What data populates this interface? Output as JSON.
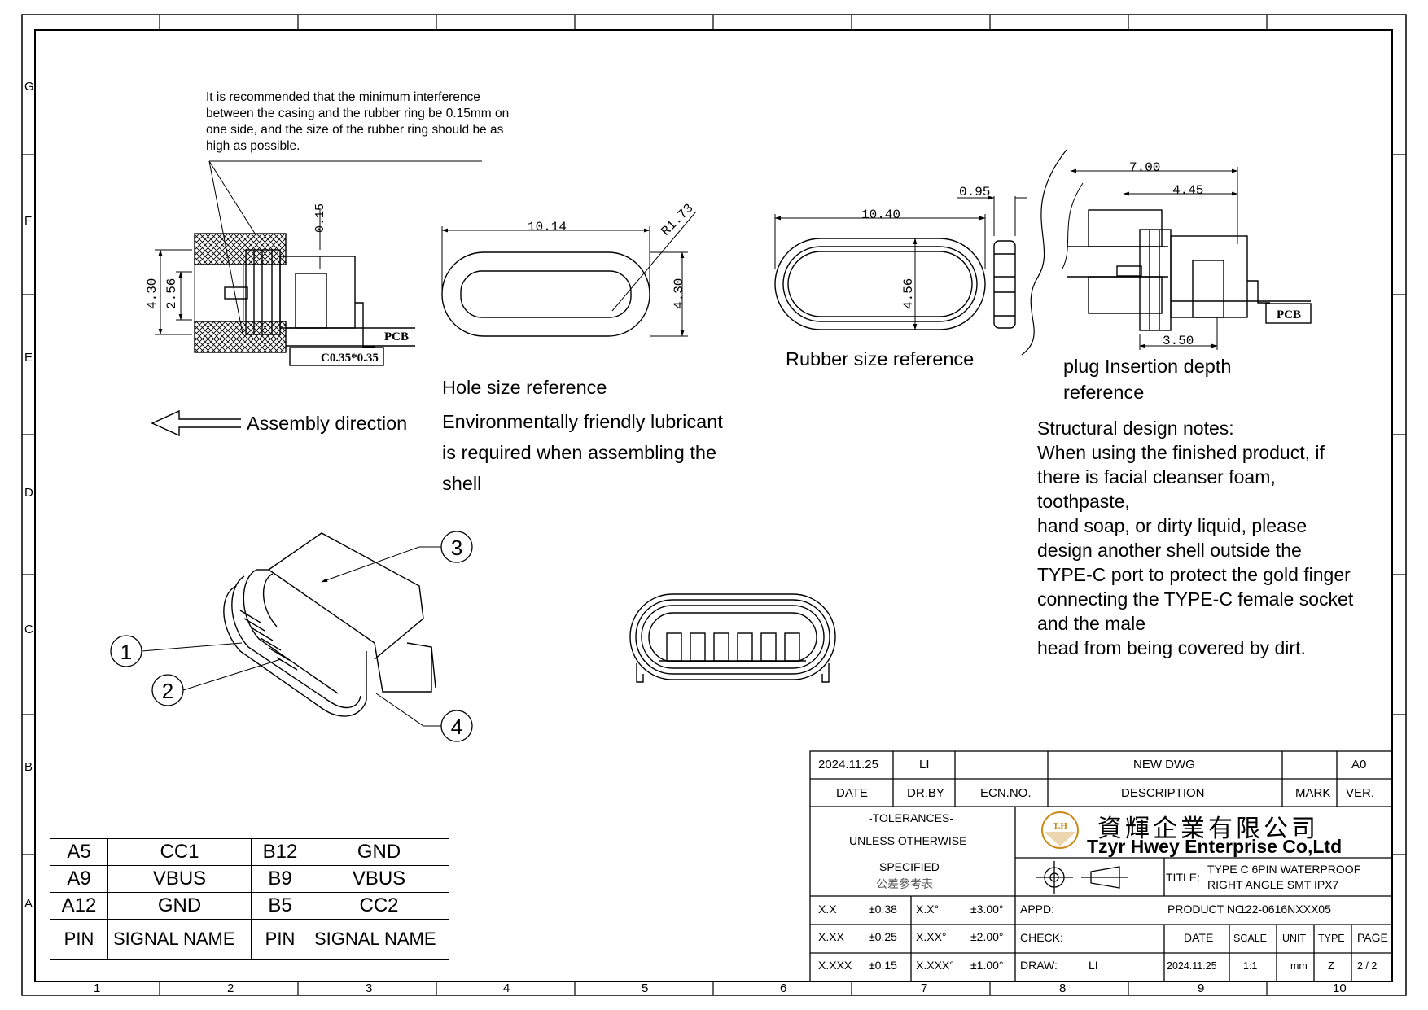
{
  "zones": {
    "columns": [
      "1",
      "2",
      "3",
      "4",
      "5",
      "6",
      "7",
      "8",
      "9",
      "10"
    ],
    "rows": [
      "G",
      "F",
      "E",
      "D",
      "C",
      "B",
      "A"
    ]
  },
  "notes": {
    "interference_note": [
      "It is recommended that the minimum interference",
      "between the casing and the rubber ring be 0.15mm on",
      "one side, and the size of the rubber ring should be as",
      "high as possible."
    ],
    "assembly_direction": "Assembly direction",
    "hole_size_ref": "Hole size reference",
    "lubricant": [
      "Environmentally friendly lubricant",
      "is required when assembling the",
      "shell"
    ],
    "rubber_size_ref": "Rubber size reference",
    "plug_depth": [
      "plug Insertion depth",
      "reference"
    ],
    "structural": [
      "Structural design notes:",
      "When using the finished product, if",
      "there is facial cleanser foam,",
      "toothpaste,",
      "hand soap, or dirty liquid, please",
      "design another shell outside the",
      "TYPE-C port to protect the gold finger",
      "connecting the TYPE-C female socket",
      "and the male",
      "head from being covered by dirt."
    ]
  },
  "dimensions": {
    "side_015": "0.15",
    "side_430": "4.30",
    "side_256": "2.56",
    "pcb": "PCB",
    "chamfer": "C0.35*0.35",
    "hole_width": "10.14",
    "hole_radius": "R1.73",
    "hole_height": "4.30",
    "rubber_width": "10.40",
    "rubber_height": "4.56",
    "rubber_thick": "0.95",
    "plug_700": "7.00",
    "plug_445": "4.45",
    "plug_350": "3.50"
  },
  "balloons": [
    "1",
    "2",
    "3",
    "4"
  ],
  "pin_table": {
    "rows": [
      [
        "A5",
        "CC1",
        "B12",
        "GND"
      ],
      [
        "A9",
        "VBUS",
        "B9",
        "VBUS"
      ],
      [
        "A12",
        "GND",
        "B5",
        "CC2"
      ]
    ],
    "header": [
      "PIN",
      "SIGNAL NAME",
      "PIN",
      "SIGNAL NAME"
    ]
  },
  "title_block": {
    "rev_date": "2024.11.25",
    "rev_by": "LI",
    "rev_desc": "NEW DWG",
    "rev_ver": "A0",
    "hdr_date": "DATE",
    "hdr_drby": "DR.BY",
    "hdr_ecn": "ECN.NO.",
    "hdr_desc": "DESCRIPTION",
    "hdr_mark": "MARK",
    "hdr_ver": "VER.",
    "tol_1": "-TOLERANCES-",
    "tol_2": "UNLESS OTHERWISE",
    "tol_3": "SPECIFIED",
    "tol_4": "公差參考表",
    "logo_text": "T.H",
    "company_cn": "資輝企業有限公司",
    "company_en": "Tzyr Hwey Enterprise Co,Ltd",
    "title_label": "TITLE:",
    "title_1": "TYPE C 6PIN WATERPROOF",
    "title_2": "RIGHT ANGLE SMT IPX7",
    "tol_rows": [
      [
        "X.X",
        "±0.38",
        "X.X°",
        "±3.00°"
      ],
      [
        "X.XX",
        "±0.25",
        "X.XX°",
        "±2.00°"
      ],
      [
        "X.XXX",
        "±0.15",
        "X.XXX°",
        "±1.00°"
      ]
    ],
    "appd": "APPD:",
    "check": "CHECK:",
    "draw": "DRAW:",
    "drawer": "LI",
    "product_no_label": "PRODUCT NO:",
    "product_no": "122-0616NXXX05",
    "col_date": "DATE",
    "col_scale": "SCALE",
    "col_unit": "UNIT",
    "col_type": "TYPE",
    "col_page": "PAGE",
    "val_date": "2024.11.25",
    "val_scale": "1:1",
    "val_unit": "mm",
    "val_type": "Z",
    "val_page": "2 / 2"
  }
}
